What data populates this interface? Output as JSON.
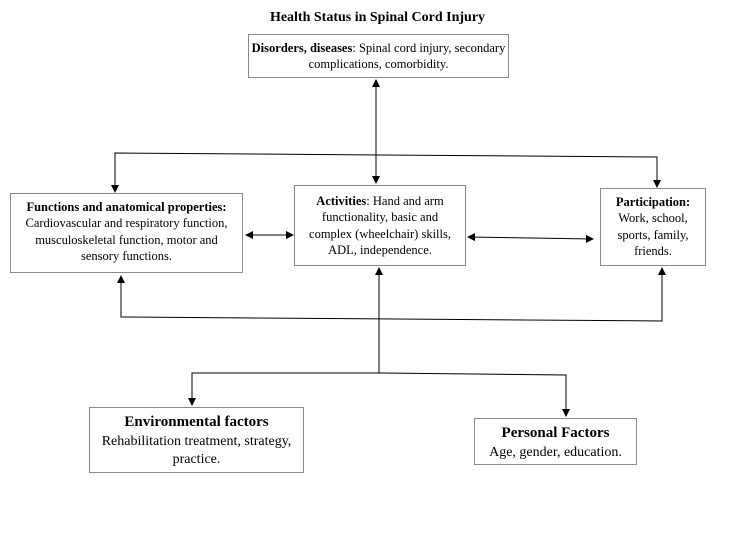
{
  "title": "Health Status in Spinal Cord Injury",
  "nodes": {
    "disorders": {
      "heading": "Disorders, diseases",
      "text": ": Spinal cord injury, secondary complications, comorbidity."
    },
    "functions": {
      "heading": "Functions and anatomical properties:",
      "text": " Cardiovascular and respiratory function, musculoskeletal function, motor and sensory functions."
    },
    "activities": {
      "heading": "Activities",
      "text": ": Hand and arm functionality, basic and complex (wheelchair) skills, ADL, independence."
    },
    "participation": {
      "heading": "Participation:",
      "text": " Work, school, sports, family, friends."
    },
    "environmental": {
      "heading": "Environmental factors",
      "text": "Rehabilitation treatment, strategy, practice."
    },
    "personal": {
      "heading": "Personal Factors",
      "text": "Age, gender, education."
    }
  }
}
